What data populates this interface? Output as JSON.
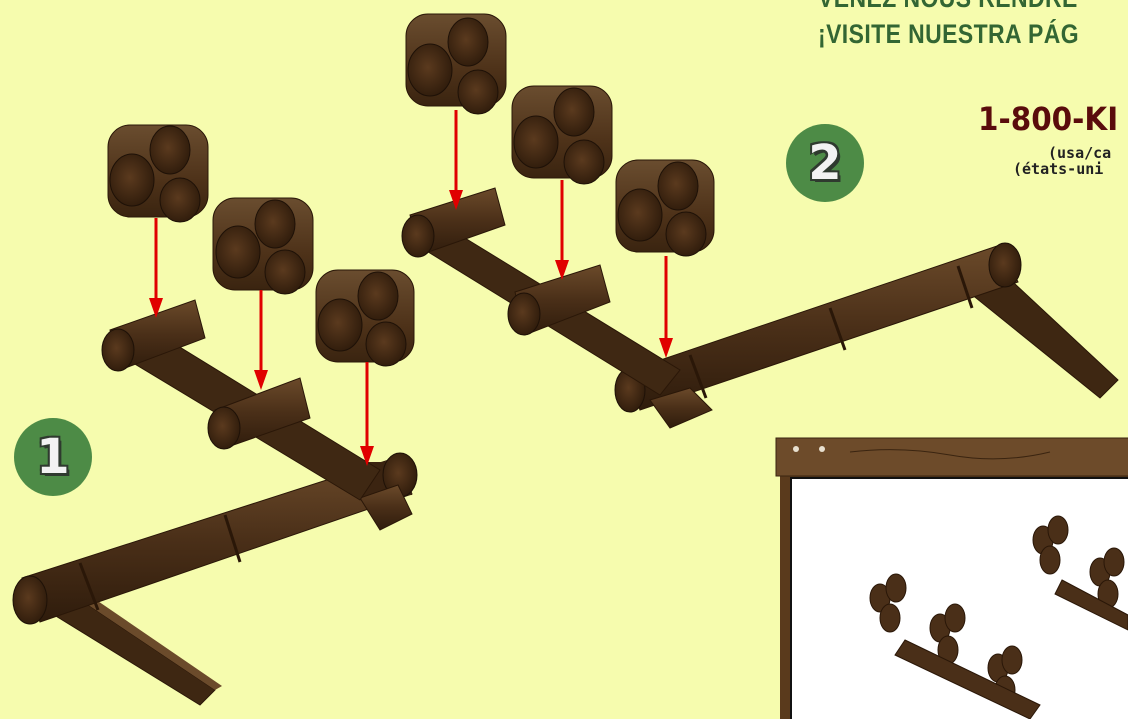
{
  "header": {
    "line1": "VENEZ NOUS RENDRE",
    "line2": "¡VISITE NUESTRA PÁG"
  },
  "contact": {
    "phone": "1-800-KI",
    "line1": "(usa/ca",
    "line2": "(états-uni"
  },
  "steps": [
    {
      "number": "1"
    },
    {
      "number": "2"
    }
  ],
  "colors": {
    "background": "#f6fcae",
    "heading_green": "#336633",
    "phone_red": "#5a0c0c",
    "badge_green": "#4d8b46",
    "wood": "#4a2f18",
    "arrow_red": "#e00000"
  },
  "illustration": "log-fence-assembly"
}
